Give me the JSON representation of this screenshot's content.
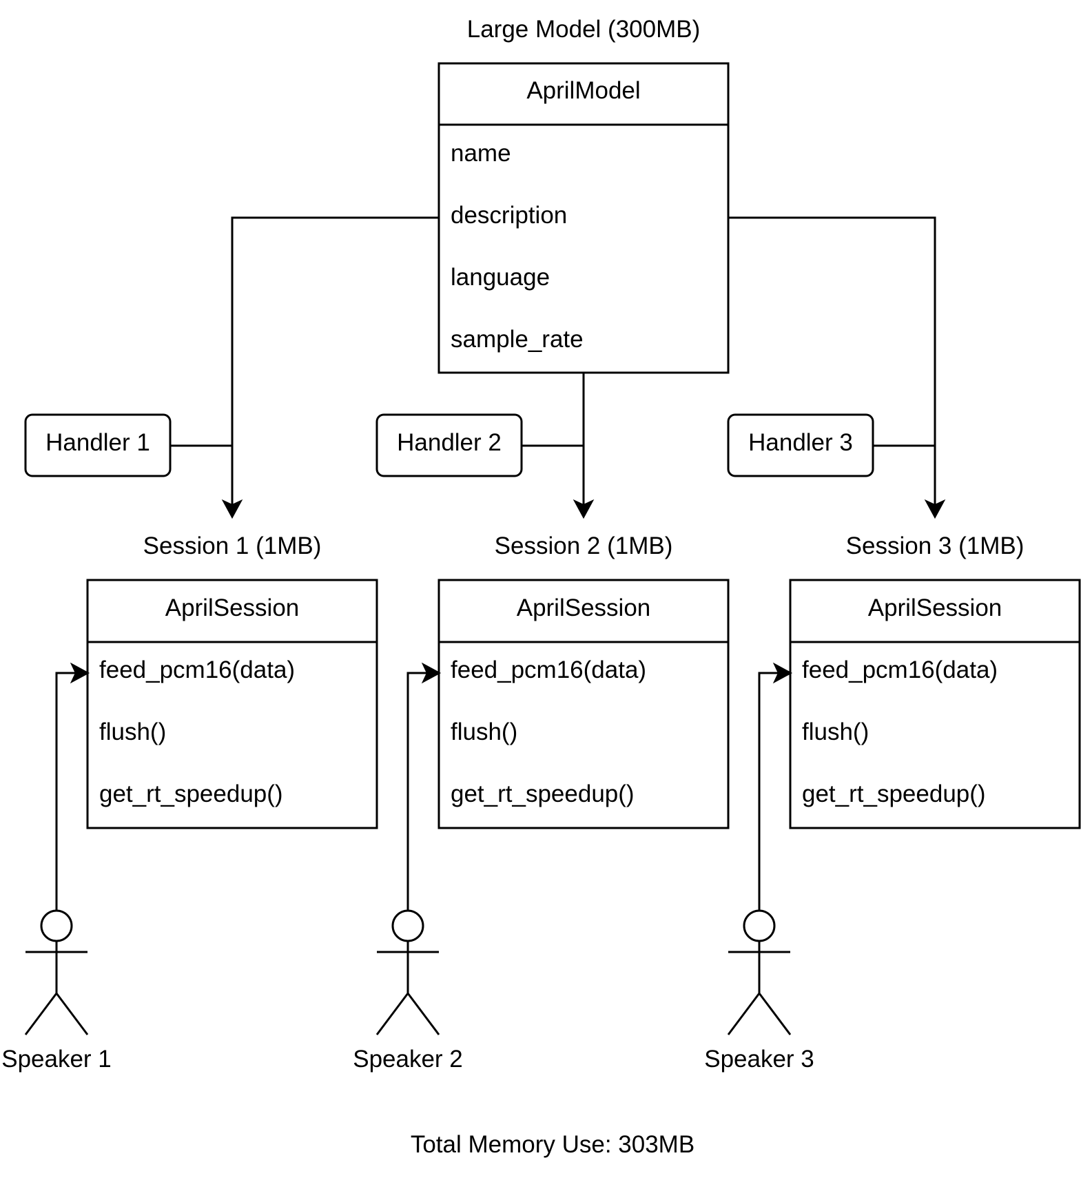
{
  "model": {
    "caption": "Large Model (300MB)",
    "class_name": "AprilModel",
    "fields": [
      "name",
      "description",
      "language",
      "sample_rate"
    ]
  },
  "handlers": [
    "Handler 1",
    "Handler 2",
    "Handler 3"
  ],
  "sessions": [
    {
      "caption": "Session 1 (1MB)",
      "class_name": "AprilSession",
      "methods": [
        "feed_pcm16(data)",
        "flush()",
        "get_rt_speedup()"
      ]
    },
    {
      "caption": "Session 2 (1MB)",
      "class_name": "AprilSession",
      "methods": [
        "feed_pcm16(data)",
        "flush()",
        "get_rt_speedup()"
      ]
    },
    {
      "caption": "Session 3 (1MB)",
      "class_name": "AprilSession",
      "methods": [
        "feed_pcm16(data)",
        "flush()",
        "get_rt_speedup()"
      ]
    }
  ],
  "speakers": [
    "Speaker 1",
    "Speaker 2",
    "Speaker 3"
  ],
  "footer": "Total Memory Use: 303MB"
}
